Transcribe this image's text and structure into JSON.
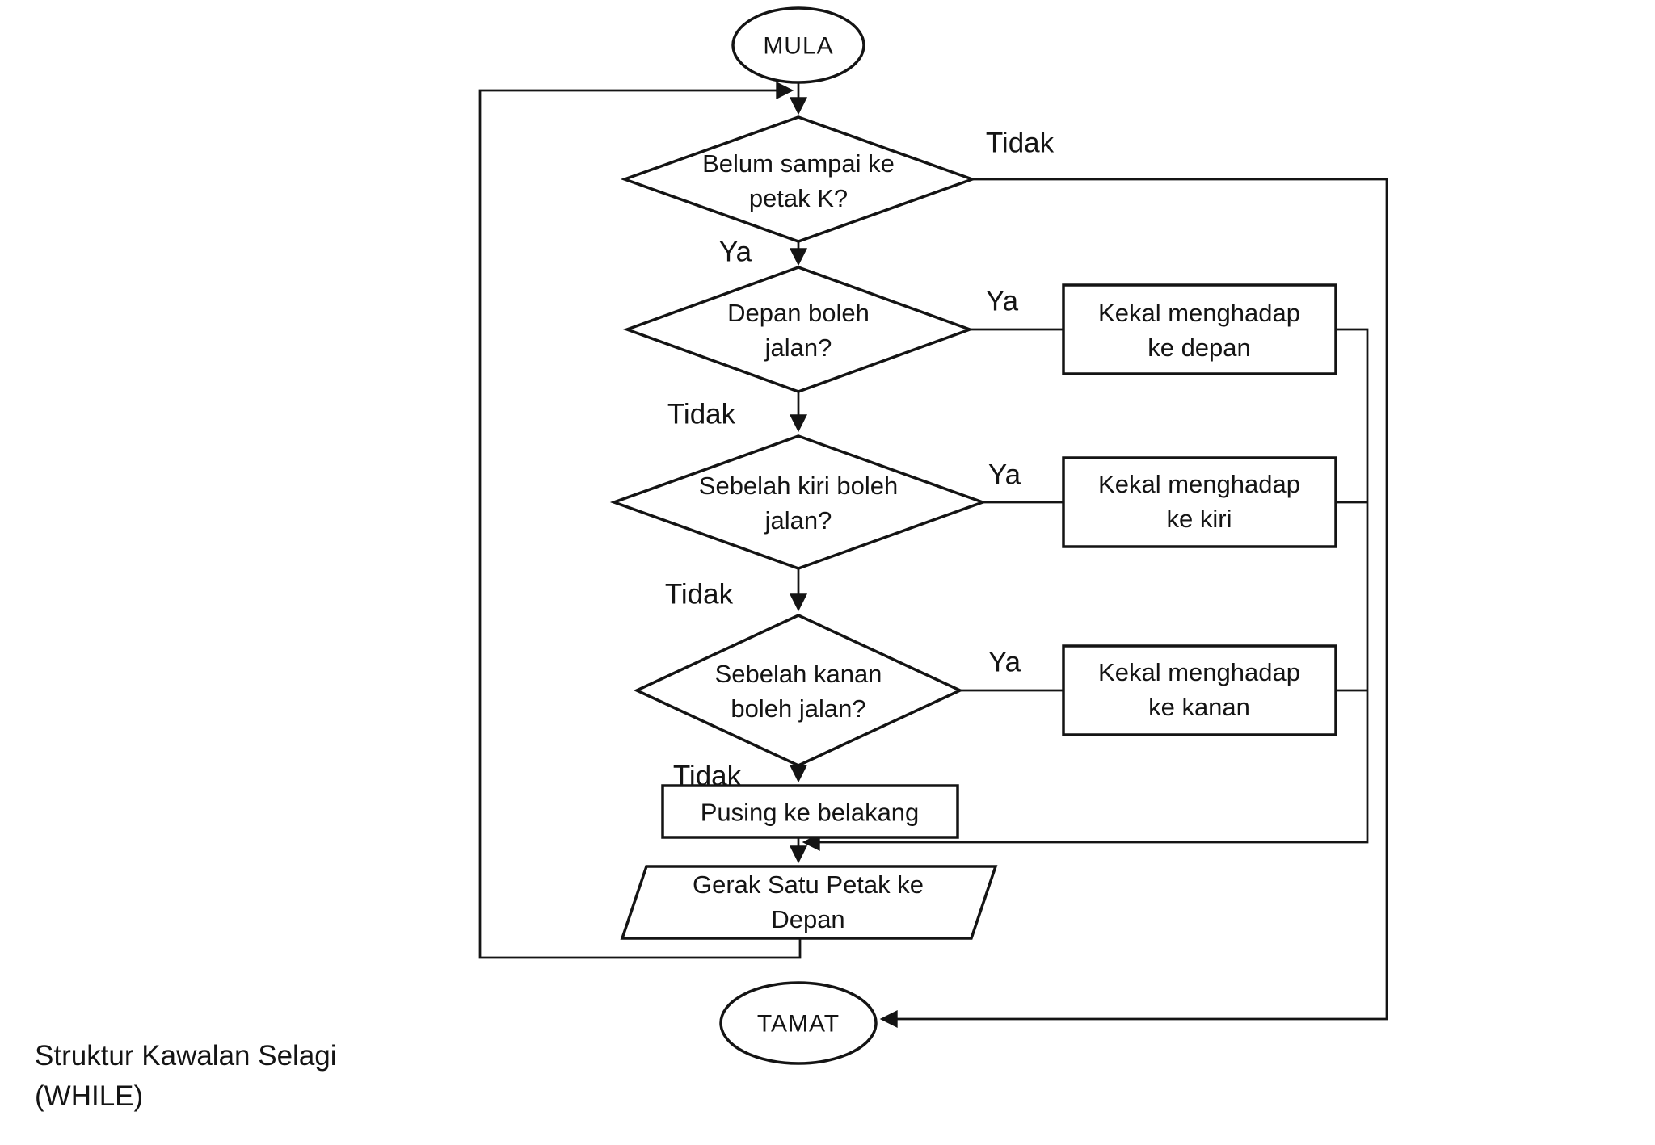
{
  "colors": {
    "stroke": "#141414",
    "background": "#ffffff",
    "text": "#141414"
  },
  "caption": {
    "line1": "Struktur Kawalan Selagi",
    "line2": "(WHILE)"
  },
  "terminals": {
    "start": "MULA",
    "end": "TAMAT"
  },
  "decisions": {
    "reached_k": {
      "line1": "Belum sampai ke",
      "line2": "petak K?",
      "yes": "Ya",
      "no": "Tidak"
    },
    "front_clear": {
      "line1": "Depan boleh",
      "line2": "jalan?",
      "yes": "Ya",
      "no": "Tidak"
    },
    "left_clear": {
      "line1": "Sebelah kiri boleh",
      "line2": "jalan?",
      "yes": "Ya",
      "no": "Tidak"
    },
    "right_clear": {
      "line1": "Sebelah kanan",
      "line2": "boleh jalan?",
      "yes": "Ya",
      "no": "Tidak"
    }
  },
  "processes": {
    "face_forward": {
      "line1": "Kekal menghadap",
      "line2": "ke depan"
    },
    "face_left": {
      "line1": "Kekal menghadap",
      "line2": "ke kiri"
    },
    "face_right": {
      "line1": "Kekal menghadap",
      "line2": "ke kanan"
    },
    "turn_back": {
      "label": "Pusing ke belakang"
    }
  },
  "io": {
    "move_forward": {
      "line1": "Gerak Satu Petak ke",
      "line2": "Depan"
    }
  }
}
